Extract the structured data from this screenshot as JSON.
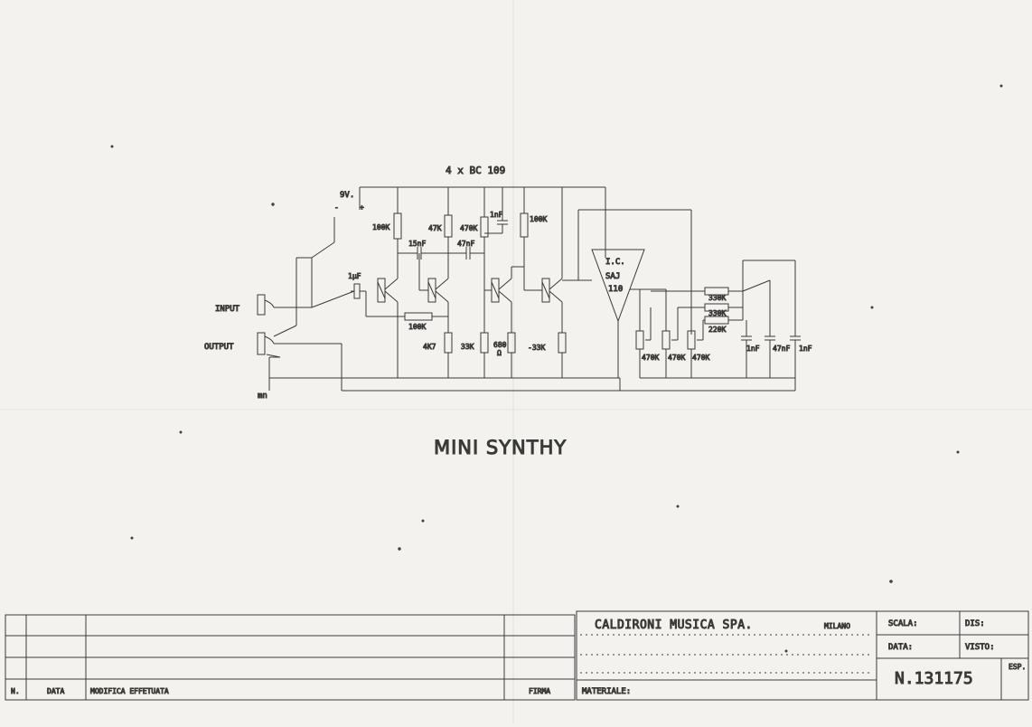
{
  "schematic": {
    "transistors_label": "4 x BC 109",
    "supply_label": "9V.",
    "plus_sign": "+",
    "minus_sign": "-",
    "input_label": "INPUT",
    "output_label": "OUTPUT",
    "ground_label": "mn",
    "ic": {
      "line1": "I.C.",
      "line2": "SAJ",
      "line3": "110"
    },
    "components": {
      "c_in": "1µF",
      "r_100k_a": "100K",
      "r_47k": "47K",
      "r_470k": "470K",
      "c_1nf_top": "1nF",
      "r_100k_b": "100K",
      "c_15nf": "15nF",
      "c_47nf_top": "47nF",
      "r_100k_fb": "100K",
      "r_4k7": "4K7",
      "r_33k_a": "33K",
      "r_680": "680",
      "r_680_unit": "Ω",
      "r_33k_b": "-33K",
      "pot_1": "470K",
      "pot_2": "470K",
      "pot_3": "470K",
      "r_330k_a": "330K",
      "r_330k_b": "330K",
      "r_220k": "220K",
      "c_1nf_a": "1nF",
      "c_47nf_b": "47nF",
      "c_1nf_b": "1nF"
    }
  },
  "diagram_title": "MINI SYNTHY",
  "title_block": {
    "col_n": "N.",
    "col_data": "DATA",
    "col_modifica": "MODIFICA EFFETUATA",
    "col_firma": "FIRMA",
    "company": "CALDIRONI MUSICA SPA.",
    "city": "MILANO",
    "scala": "SCALA:",
    "dis": "DIS:",
    "data": "DATA:",
    "visto": "VISTO:",
    "materiale": "MATERIALE:",
    "number": "N.131175",
    "esp": "ESP."
  },
  "colors": {
    "paper": "#f3f2ee",
    "ink": "#3a3a3a"
  }
}
